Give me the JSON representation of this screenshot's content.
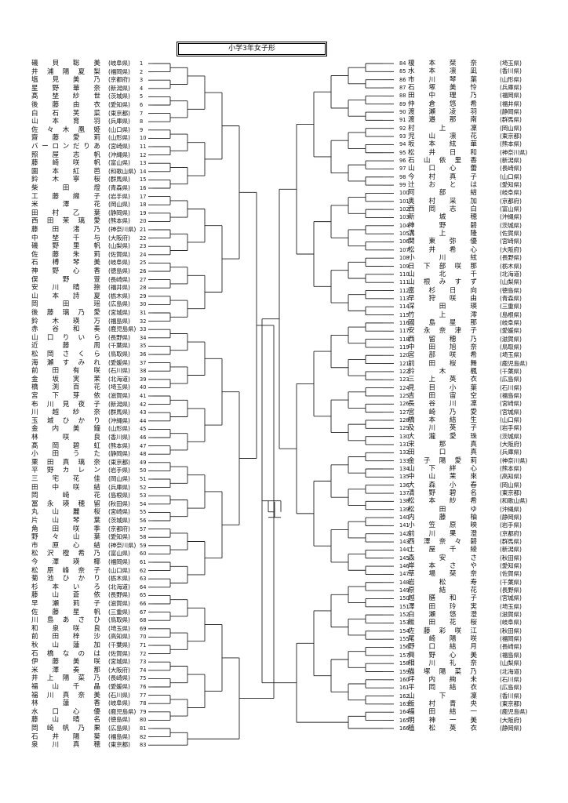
{
  "title": "小学3年女子形",
  "left": [
    {
      "no": "1",
      "name": "磯貝聡美",
      "pref": "(岐阜県)"
    },
    {
      "no": "2",
      "name": "井浦陽夏梨",
      "pref": "(福岡県)"
    },
    {
      "no": "3",
      "name": "塩見美乃",
      "pref": "(京都府)"
    },
    {
      "no": "4",
      "name": "星野華奈",
      "pref": "(新潟県)"
    },
    {
      "no": "5",
      "name": "髙埜紗世",
      "pref": "(茨城県)"
    },
    {
      "no": "6",
      "name": "後藤由衣",
      "pref": "(愛知県)"
    },
    {
      "no": "7",
      "name": "白石芙菜",
      "pref": "(東京都)"
    },
    {
      "no": "8",
      "name": "山本育羽",
      "pref": "(兵庫県)"
    },
    {
      "no": "9",
      "name": "佐々木凰姫",
      "pref": "(山口県)"
    },
    {
      "no": "10",
      "name": "齋藤愛莉",
      "pref": "(山形県)"
    },
    {
      "no": "11",
      "name": "バーロンだりあ",
      "pref": "(宮崎県)"
    },
    {
      "no": "12",
      "name": "照屋志帆",
      "pref": "(沖縄県)"
    },
    {
      "no": "13",
      "name": "藤崎咲帆",
      "pref": "(富山県)"
    },
    {
      "no": "14",
      "name": "園本紅芭",
      "pref": "(和歌山県)"
    },
    {
      "no": "15",
      "name": "鈴木寧桜",
      "pref": "(群馬県)"
    },
    {
      "no": "16",
      "name": "柴田燈",
      "pref": "(青森県)"
    },
    {
      "no": "17",
      "name": "工藤織子",
      "pref": "(岩手県)"
    },
    {
      "no": "18",
      "name": "米澤花",
      "pref": "(岡山県)"
    },
    {
      "no": "19",
      "name": "田村乙葉",
      "pref": "(静岡県)"
    },
    {
      "no": "20",
      "name": "西田茉璃愛",
      "pref": "(熊本県)"
    },
    {
      "no": "21",
      "name": "藤田渚乃",
      "pref": "(神奈川県)"
    },
    {
      "no": "22",
      "name": "中埜千与",
      "pref": "(大阪府)"
    },
    {
      "no": "23",
      "name": "磯野里帆",
      "pref": "(山梨県)"
    },
    {
      "no": "24",
      "name": "佐藤朱莉",
      "pref": "(佐賀県)"
    },
    {
      "no": "25",
      "name": "石榑琴美",
      "pref": "(岐阜県)"
    },
    {
      "no": "26",
      "name": "神野心香",
      "pref": "(徳島県)"
    },
    {
      "no": "27",
      "name": "俣野萱",
      "pref": "(長崎県)"
    },
    {
      "no": "28",
      "name": "安川晴捺",
      "pref": "(福井県)"
    },
    {
      "no": "29",
      "name": "山本詩夏",
      "pref": "(栃木県)"
    },
    {
      "no": "30",
      "name": "岡田瑶",
      "pref": "(広島県)"
    },
    {
      "no": "31",
      "name": "後藤璃乃愛",
      "pref": "(宮城県)"
    },
    {
      "no": "32",
      "name": "鈴木瑛万",
      "pref": "(福島県)"
    },
    {
      "no": "33",
      "name": "赤谷和奏",
      "pref": "(鹿児島県)"
    },
    {
      "no": "34",
      "name": "山口りいら",
      "pref": "(長野県)"
    },
    {
      "no": "35",
      "name": "近藤周",
      "pref": "(千葉県)"
    },
    {
      "no": "36",
      "name": "松岡さくら",
      "pref": "(鳥取県)"
    },
    {
      "no": "37",
      "name": "海瀬すみれ",
      "pref": "(愛媛県)"
    },
    {
      "no": "38",
      "name": "前田有咲",
      "pref": "(石川県)"
    },
    {
      "no": "39",
      "name": "金坂実茉",
      "pref": "(北海道)"
    },
    {
      "no": "40",
      "name": "橋渕百花",
      "pref": "(埼玉県)"
    },
    {
      "no": "41",
      "name": "宮下芽依",
      "pref": "(滋賀県)"
    },
    {
      "no": "42",
      "name": "布川見夜子",
      "pref": "(新潟県)"
    },
    {
      "no": "43",
      "name": "川越紗奈",
      "pref": "(群馬県)"
    },
    {
      "no": "44",
      "name": "玉城ひかり",
      "pref": "(沖縄県)"
    },
    {
      "no": "45",
      "name": "金内美鐘",
      "pref": "(山形県)"
    },
    {
      "no": "46",
      "name": "林咲良",
      "pref": "(香川県)"
    },
    {
      "no": "47",
      "name": "髙岡碧虹",
      "pref": "(熊本県)"
    },
    {
      "no": "48",
      "name": "小田うた",
      "pref": "(静岡県)"
    },
    {
      "no": "49",
      "name": "栗田真璃奈",
      "pref": "(東京都)"
    },
    {
      "no": "50",
      "name": "平野カレン",
      "pref": "(岩手県)"
    },
    {
      "no": "51",
      "name": "三宅花佳",
      "pref": "(岡山県)"
    },
    {
      "no": "52",
      "name": "田中咲結",
      "pref": "(兵庫県)"
    },
    {
      "no": "53",
      "name": "岡崎花",
      "pref": "(島根県)"
    },
    {
      "no": "54",
      "name": "冨永瑛穂留",
      "pref": "(秋田県)"
    },
    {
      "no": "55",
      "name": "丸山麗桜",
      "pref": "(宮崎県)"
    },
    {
      "no": "56",
      "name": "片山琴葉",
      "pref": "(茨城県)"
    },
    {
      "no": "57",
      "name": "角田咲季",
      "pref": "(京都府)"
    },
    {
      "no": "58",
      "name": "野々山葉",
      "pref": "(愛知県)"
    },
    {
      "no": "59",
      "name": "市原心結",
      "pref": "(神奈川県)"
    },
    {
      "no": "60",
      "name": "松沢橙希乃",
      "pref": "(富山県)"
    },
    {
      "no": "61",
      "name": "今澤瑛椰",
      "pref": "(福岡県)"
    },
    {
      "no": "62",
      "name": "松原峰奈子",
      "pref": "(山口県)"
    },
    {
      "no": "63",
      "name": "菊池ひかり",
      "pref": "(栃木県)"
    },
    {
      "no": "64",
      "name": "杉本いろ",
      "pref": "(北海道)"
    },
    {
      "no": "65",
      "name": "藤山蒼依",
      "pref": "(長野県)"
    },
    {
      "no": "66",
      "name": "早瀬莉子",
      "pref": "(滋賀県)"
    },
    {
      "no": "67",
      "name": "佐藤星帆",
      "pref": "(三重県)"
    },
    {
      "no": "68",
      "name": "川島あさひ",
      "pref": "(鳥取県)"
    },
    {
      "no": "69",
      "name": "和泉咲良",
      "pref": "(埼玉県)"
    },
    {
      "no": "70",
      "name": "前田梓沙",
      "pref": "(高知県)"
    },
    {
      "no": "71",
      "name": "秋山蓮加",
      "pref": "(千葉県)"
    },
    {
      "no": "72",
      "name": "石橋なのは",
      "pref": "(佐賀県)"
    },
    {
      "no": "73",
      "name": "伊藤美咲",
      "pref": "(宮城県)"
    },
    {
      "no": "74",
      "name": "米澤奏那",
      "pref": "(大阪府)"
    },
    {
      "no": "75",
      "name": "井上陽菜乃",
      "pref": "(長崎県)"
    },
    {
      "no": "76",
      "name": "福山千晶",
      "pref": "(愛媛県)"
    },
    {
      "no": "77",
      "name": "福川真奈美",
      "pref": "(石川県)"
    },
    {
      "no": "78",
      "name": "林蓮香",
      "pref": "(岐阜県)"
    },
    {
      "no": "79",
      "name": "水口心優",
      "pref": "(鹿児島県)"
    },
    {
      "no": "80",
      "name": "藤山晴名",
      "pref": "(徳島県)"
    },
    {
      "no": "81",
      "name": "岡崎帆乃果",
      "pref": "(広島県)"
    },
    {
      "no": "82",
      "name": "石井陽葵",
      "pref": "(福島県)"
    },
    {
      "no": "83",
      "name": "泉川真穂",
      "pref": "(東京都)"
    }
  ],
  "right": [
    {
      "no": "84",
      "name": "榎本栞奈",
      "pref": "(埼玉県)"
    },
    {
      "no": "85",
      "name": "水本凛凪",
      "pref": "(香川県)"
    },
    {
      "no": "86",
      "name": "市川琴葉",
      "pref": "(山形県)"
    },
    {
      "no": "87",
      "name": "石塚美怜",
      "pref": "(兵庫県)"
    },
    {
      "no": "88",
      "name": "田中理乃",
      "pref": "(福岡県)"
    },
    {
      "no": "89",
      "name": "仲倉悠希",
      "pref": "(福井県)"
    },
    {
      "no": "90",
      "name": "渡瀬凌羽",
      "pref": "(静岡県)"
    },
    {
      "no": "91",
      "name": "渡邉那南",
      "pref": "(群馬県)"
    },
    {
      "no": "92",
      "name": "村上凜",
      "pref": "(岡山県)"
    },
    {
      "no": "93",
      "name": "児山凛花",
      "pref": "(東京都)"
    },
    {
      "no": "94",
      "name": "坂本絃華",
      "pref": "(熊本県)"
    },
    {
      "no": "95",
      "name": "松井日和",
      "pref": "(神奈川県)"
    },
    {
      "no": "96",
      "name": "石山依里香",
      "pref": "(新潟県)"
    },
    {
      "no": "97",
      "name": "山口心蕾",
      "pref": "(長崎県)"
    },
    {
      "no": "98",
      "name": "今村真子",
      "pref": "(山口県)"
    },
    {
      "no": "99",
      "name": "辻おとは",
      "pref": "(愛知県)"
    },
    {
      "no": "100",
      "name": "阿部結",
      "pref": "(岐阜県)"
    },
    {
      "no": "101",
      "name": "奥村采加",
      "pref": "(京都府)"
    },
    {
      "no": "102",
      "name": "西岡志白",
      "pref": "(富山県)"
    },
    {
      "no": "103",
      "name": "新城穂",
      "pref": "(沖縄県)"
    },
    {
      "no": "104",
      "name": "神野碧",
      "pref": "(茨城県)"
    },
    {
      "no": "105",
      "name": "溝上隆",
      "pref": "(佐賀県)"
    },
    {
      "no": "106",
      "name": "関東弥優",
      "pref": "(宮崎県)"
    },
    {
      "no": "107",
      "name": "松井希心",
      "pref": "(大阪府)"
    },
    {
      "no": "108",
      "name": "小川絃",
      "pref": "(長野県)"
    },
    {
      "no": "109",
      "name": "日下部咲那",
      "pref": "(栃木県)"
    },
    {
      "no": "110",
      "name": "山北千",
      "pref": "(北海道)"
    },
    {
      "no": "111",
      "name": "山根みすず",
      "pref": "(山梨県)"
    },
    {
      "no": "112",
      "name": "富杉日向",
      "pref": "(徳島県)"
    },
    {
      "no": "113",
      "name": "早狩咲由",
      "pref": "(青森県)"
    },
    {
      "no": "114",
      "name": "深田瑛",
      "pref": "(三重県)"
    },
    {
      "no": "115",
      "name": "竹上澪",
      "pref": "(島根県)"
    },
    {
      "no": "116",
      "name": "國島星那",
      "pref": "(岐阜県)"
    },
    {
      "no": "117",
      "name": "安永奈津子",
      "pref": "(愛媛県)"
    },
    {
      "no": "118",
      "name": "西留穂乃",
      "pref": "(滋賀県)"
    },
    {
      "no": "119",
      "name": "中田旭奈",
      "pref": "(鳥取県)"
    },
    {
      "no": "120",
      "name": "宮部咲希",
      "pref": "(埼玉県)"
    },
    {
      "no": "121",
      "name": "前田桜舞",
      "pref": "(鹿児島県)"
    },
    {
      "no": "122",
      "name": "鈴木楓",
      "pref": "(千葉県)"
    },
    {
      "no": "123",
      "name": "三上英衣",
      "pref": "(広島県)"
    },
    {
      "no": "124",
      "name": "見目小葉",
      "pref": "(石川県)"
    },
    {
      "no": "125",
      "name": "吉田宙空",
      "pref": "(福島県)"
    },
    {
      "no": "126",
      "name": "長谷川凜",
      "pref": "(宮崎県)"
    },
    {
      "no": "127",
      "name": "宮崎乃愛",
      "pref": "(宮城県)"
    },
    {
      "no": "128",
      "name": "橋本結生",
      "pref": "(山口県)"
    },
    {
      "no": "129",
      "name": "及川英子",
      "pref": "(岩手県)"
    },
    {
      "no": "130",
      "name": "大瀧愛珠",
      "pref": "(茨城県)"
    },
    {
      "no": "131",
      "name": "宋那真",
      "pref": "(大阪府)"
    },
    {
      "no": "132",
      "name": "田口真",
      "pref": "(兵庫県)"
    },
    {
      "no": "133",
      "name": "金子陽愛莉",
      "pref": "(神奈川県)"
    },
    {
      "no": "134",
      "name": "山下絆心",
      "pref": "(熊本県)"
    },
    {
      "no": "135",
      "name": "中山茉來",
      "pref": "(高知県)"
    },
    {
      "no": "136",
      "name": "大森小春",
      "pref": "(岡山県)"
    },
    {
      "no": "137",
      "name": "清野碧名",
      "pref": "(東京都)"
    },
    {
      "no": "138",
      "name": "松本紗希",
      "pref": "(和歌山県)"
    },
    {
      "no": "139",
      "name": "松田ゆ",
      "pref": "(沖縄県)"
    },
    {
      "no": "140",
      "name": "内藤柚",
      "pref": "(静岡県)"
    },
    {
      "no": "141",
      "name": "小笠原映",
      "pref": "(岩手県)"
    },
    {
      "no": "142",
      "name": "前川果澄",
      "pref": "(京都府)"
    },
    {
      "no": "143",
      "name": "西澤奈々碧",
      "pref": "(群馬県)"
    },
    {
      "no": "144",
      "name": "土屋千綾",
      "pref": "(新潟県)"
    },
    {
      "no": "145",
      "name": "森安さ",
      "pref": "(秋田県)"
    },
    {
      "no": "146",
      "name": "岸本さや",
      "pref": "(愛知県)"
    },
    {
      "no": "147",
      "name": "草場栞奈",
      "pref": "(佐賀県)"
    },
    {
      "no": "148",
      "name": "岩松寿",
      "pref": "(千葉県)"
    },
    {
      "no": "149",
      "name": "原結花",
      "pref": "(長野県)"
    },
    {
      "no": "150",
      "name": "越膳和子",
      "pref": "(宮城県)"
    },
    {
      "no": "151",
      "name": "澤田玲実",
      "pref": "(埼玉県)"
    },
    {
      "no": "152",
      "name": "白瀬悠澄",
      "pref": "(滋賀県)"
    },
    {
      "no": "153",
      "name": "飯田花桜",
      "pref": "(岐阜県)"
    },
    {
      "no": "154",
      "name": "佐藤彩咲江",
      "pref": "(秋田県)"
    },
    {
      "no": "155",
      "name": "尾崎陽咲",
      "pref": "(福岡県)"
    },
    {
      "no": "156",
      "name": "野口結月",
      "pref": "(長崎県)"
    },
    {
      "no": "157",
      "name": "興野心美",
      "pref": "(福島県)"
    },
    {
      "no": "158",
      "name": "相川礼奈",
      "pref": "(山梨県)"
    },
    {
      "no": "159",
      "name": "猫塚陽菜乃",
      "pref": "(北海道)"
    },
    {
      "no": "160",
      "name": "坪内絢未",
      "pref": "(石川県)"
    },
    {
      "no": "161",
      "name": "平岡結衣",
      "pref": "(広島県)"
    },
    {
      "no": "162",
      "name": "山下凜",
      "pref": "(香川県)"
    },
    {
      "no": "163",
      "name": "飯村青央",
      "pref": "(東京都)"
    },
    {
      "no": "164",
      "name": "福田結一",
      "pref": "(鹿児島県)"
    },
    {
      "no": "165",
      "name": "明神一美",
      "pref": "(大阪府)"
    },
    {
      "no": "166",
      "name": "植松英衣",
      "pref": "(静岡県)"
    }
  ]
}
